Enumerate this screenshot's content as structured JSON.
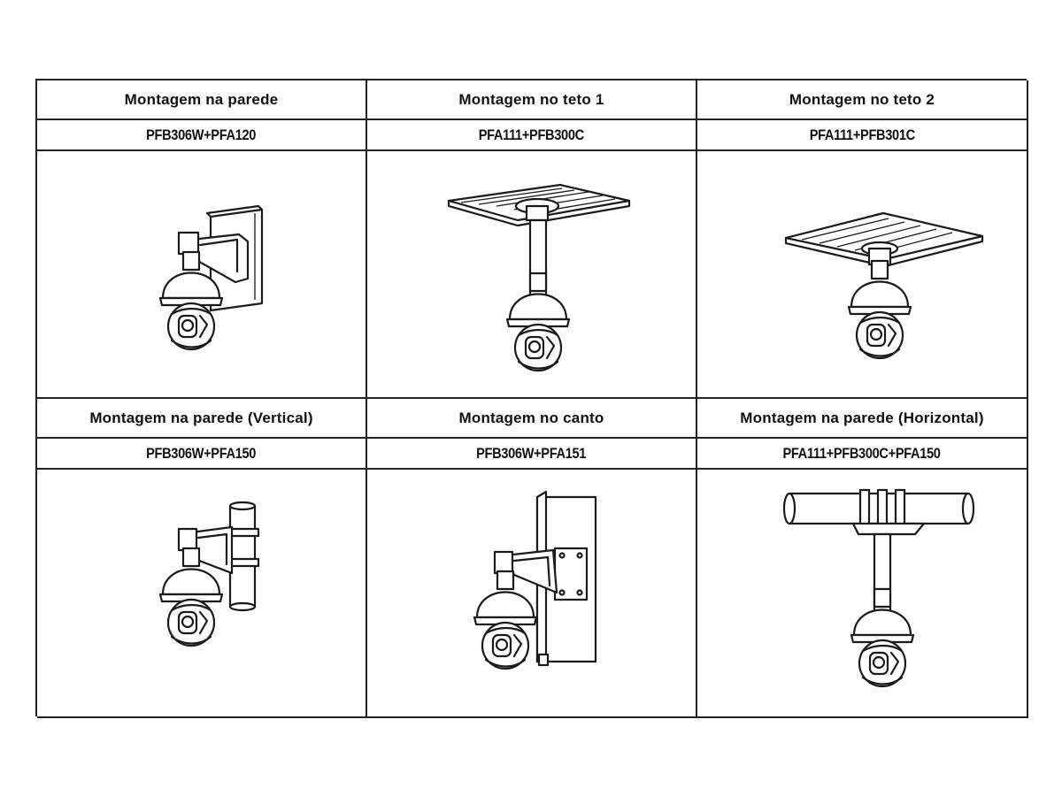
{
  "mounts": [
    {
      "title": "Montagem na parede",
      "code": "PFB306W+PFA120"
    },
    {
      "title": "Montagem no teto 1",
      "code": "PFA111+PFB300C"
    },
    {
      "title": "Montagem no teto 2",
      "code": "PFA111+PFB301C"
    },
    {
      "title": "Montagem na parede (Vertical)",
      "code": "PFB306W+PFA150"
    },
    {
      "title": "Montagem no canto",
      "code": "PFB306W+PFA151"
    },
    {
      "title": "Montagem na parede (Horizontal)",
      "code": "PFA111+PFB300C+PFA150"
    }
  ]
}
